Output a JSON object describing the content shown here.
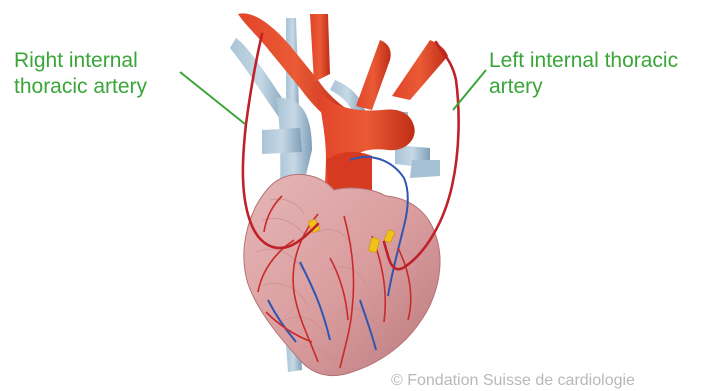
{
  "labels": {
    "right_ita": {
      "line1": "Right internal",
      "line2": "thoracic artery"
    },
    "left_ita": {
      "line1": "Left internal thoracic",
      "line2": "artery"
    }
  },
  "credit": "© Fondation Suisse de cardiologie",
  "colors": {
    "label_green": "#3aa63a",
    "artery_red": "#d4311f",
    "vein_blue": "#94b4cc",
    "heart_pink": "#dba2a3",
    "thoracic_artery": "#c02128",
    "coronary_blue": "#2f56b0",
    "graft_clip": "#f2c21a",
    "credit_gray": "#b8b8b8"
  }
}
